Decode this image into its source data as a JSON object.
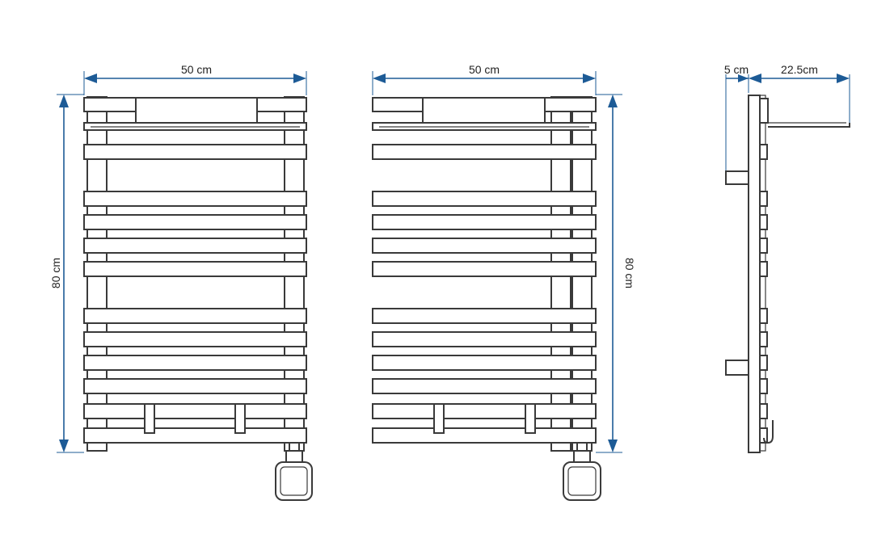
{
  "dimensions": {
    "front_width": "50 cm",
    "front_height": "80 cm",
    "rear_width": "50 cm",
    "rear_height": "80 cm",
    "side_wall_gap": "5 cm",
    "side_depth": "22.5cm"
  },
  "colors": {
    "dimension_line": "#1d5b96",
    "drawing_line": "#3a3a3a",
    "text": "#222222",
    "background": "#ffffff"
  },
  "icons": [
    "double-headed-arrow-icon",
    "heating-element-knob-icon",
    "towel-hook-icon"
  ]
}
